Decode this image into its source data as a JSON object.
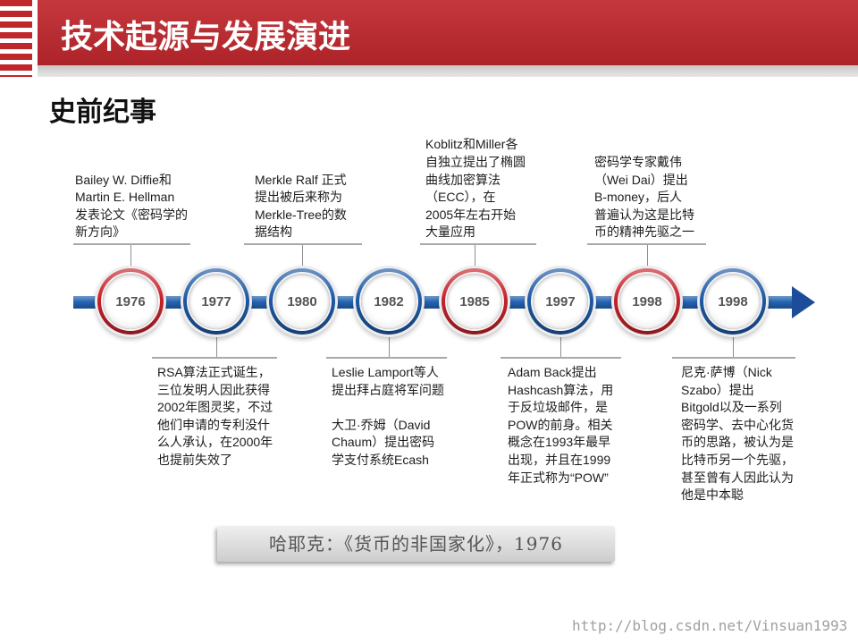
{
  "header": {
    "title": "技术起源与发展演进"
  },
  "section_title": "史前纪事",
  "timeline": {
    "events": [
      {
        "year": "1976",
        "lines": [
          "Bailey W. Diffie和",
          "Martin E. Hellman",
          "发表论文《密码学的",
          "新方向》"
        ]
      },
      {
        "year": "1977",
        "lines": [
          "RSA算法正式诞生，",
          "三位发明人因此获得",
          "2002年图灵奖，不过",
          "他们申请的专利没什",
          "么人承认，在2000年",
          "也提前失效了"
        ]
      },
      {
        "year": "1980",
        "lines": [
          "Merkle Ralf 正式",
          "提出被后来称为",
          "Merkle-Tree的数",
          "据结构"
        ]
      },
      {
        "year": "1982",
        "lines": [
          "Leslie Lamport等人",
          "提出拜占庭将军问题",
          "大卫·乔姆（David",
          "Chaum）提出密码",
          "学支付系统Ecash"
        ]
      },
      {
        "year": "1985",
        "lines": [
          "Koblitz和Miller各",
          "自独立提出了椭圆",
          "曲线加密算法",
          "（ECC），在",
          "2005年左右开始",
          "大量应用"
        ]
      },
      {
        "year": "1997",
        "lines": [
          "Adam Back提出",
          "Hashcash算法，用",
          "于反垃圾邮件，是",
          "POW的前身。相关",
          "概念在1993年最早",
          "出现，并且在1999",
          "年正式称为“POW”"
        ]
      },
      {
        "year": "1998",
        "lines": [
          "密码学专家戴伟",
          "（Wei Dai）提出",
          "B-money，后人",
          "普遍认为这是比特",
          "币的精神先驱之一"
        ]
      },
      {
        "year": "1998",
        "lines": [
          "尼克·萨博（Nick",
          "Szabo）提出",
          "Bitgold以及一系列",
          "密码学、去中心化货",
          "币的思路，被认为是",
          "比特币另一个先驱，",
          "甚至曾有人因此认为",
          "他是中本聪"
        ]
      }
    ]
  },
  "quote": {
    "text": "哈耶克：《货币的非国家化》，1976"
  },
  "watermark": "http://blog.csdn.net/Vinsuan1993",
  "colors": {
    "header": "#c0272d",
    "timeline": "#2262b0",
    "arrow": "#1c4d9a",
    "ring_red": "#c8232b",
    "ring_blue": "#1f5aa6",
    "text": "#1c1c1c"
  }
}
